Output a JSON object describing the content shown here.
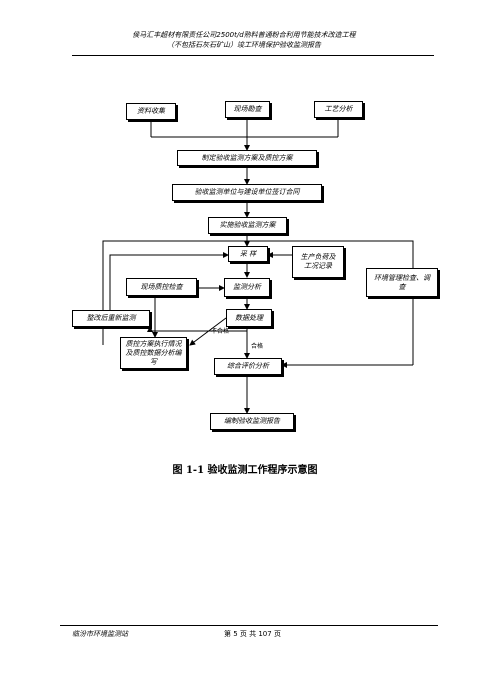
{
  "header": {
    "line1": "侯马汇丰超材有限责任公司2500t/d熟料普通粉合利用节能技术改造工程",
    "line2": "（不包括石灰石矿山）竣工环境保护验收监测报告"
  },
  "flow": {
    "data_collect": "资料收集",
    "site_survey": "现场勘查",
    "process_analysis": "工艺分析",
    "plan": "制定验收监测方案及质控方案",
    "contract": "验收监测单位与建设单位签订合同",
    "implement": "实施验收监测方案",
    "sampling": "采 样",
    "production_record": "生产负荷及工况记录",
    "site_qc": "现场质控检查",
    "monitor_analysis": "监测分析",
    "env_check": "环境管理检查、调查",
    "rectify": "整改后重新监测",
    "data_process": "数据处理",
    "fail_label": "不合格",
    "pass_label": "合格",
    "qc_summary": "质控方案执行情况及质控数据分析编写",
    "evaluation": "综合评价分析",
    "report": "编制验收监测报告"
  },
  "caption": "图 1-1    验收监测工作程序示意图",
  "footer": {
    "org": "临汾市环境监测站",
    "page": "第 5 页 共 107 页"
  }
}
